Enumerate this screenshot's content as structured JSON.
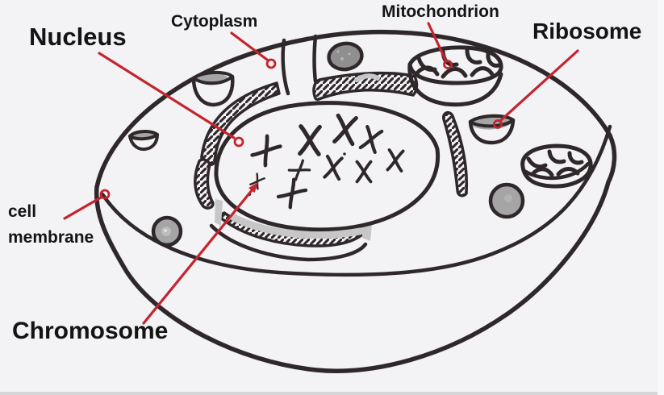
{
  "diagram": {
    "subject": "Hand-drawn animal cell cross-section diagram",
    "labels": {
      "nucleus": {
        "text": "Nucleus"
      },
      "cytoplasm": {
        "text": "Cytoplasm"
      },
      "mitochondrion": {
        "text": "Mitochondrion"
      },
      "ribosome": {
        "text": "Ribosome"
      },
      "cell_membrane": {
        "line1": "cell",
        "line2": "membrane"
      },
      "chromosome": {
        "text": "Chromosome"
      }
    },
    "colors": {
      "paper": "#f3f2f4",
      "ink": "#2f282b",
      "pointer_red": "#c3242e",
      "label_text": "#141414",
      "organelle_gray": "#a5a5a5",
      "dark_gray": "#8f8f8f",
      "shade_gray": "#c7c7c7"
    }
  }
}
